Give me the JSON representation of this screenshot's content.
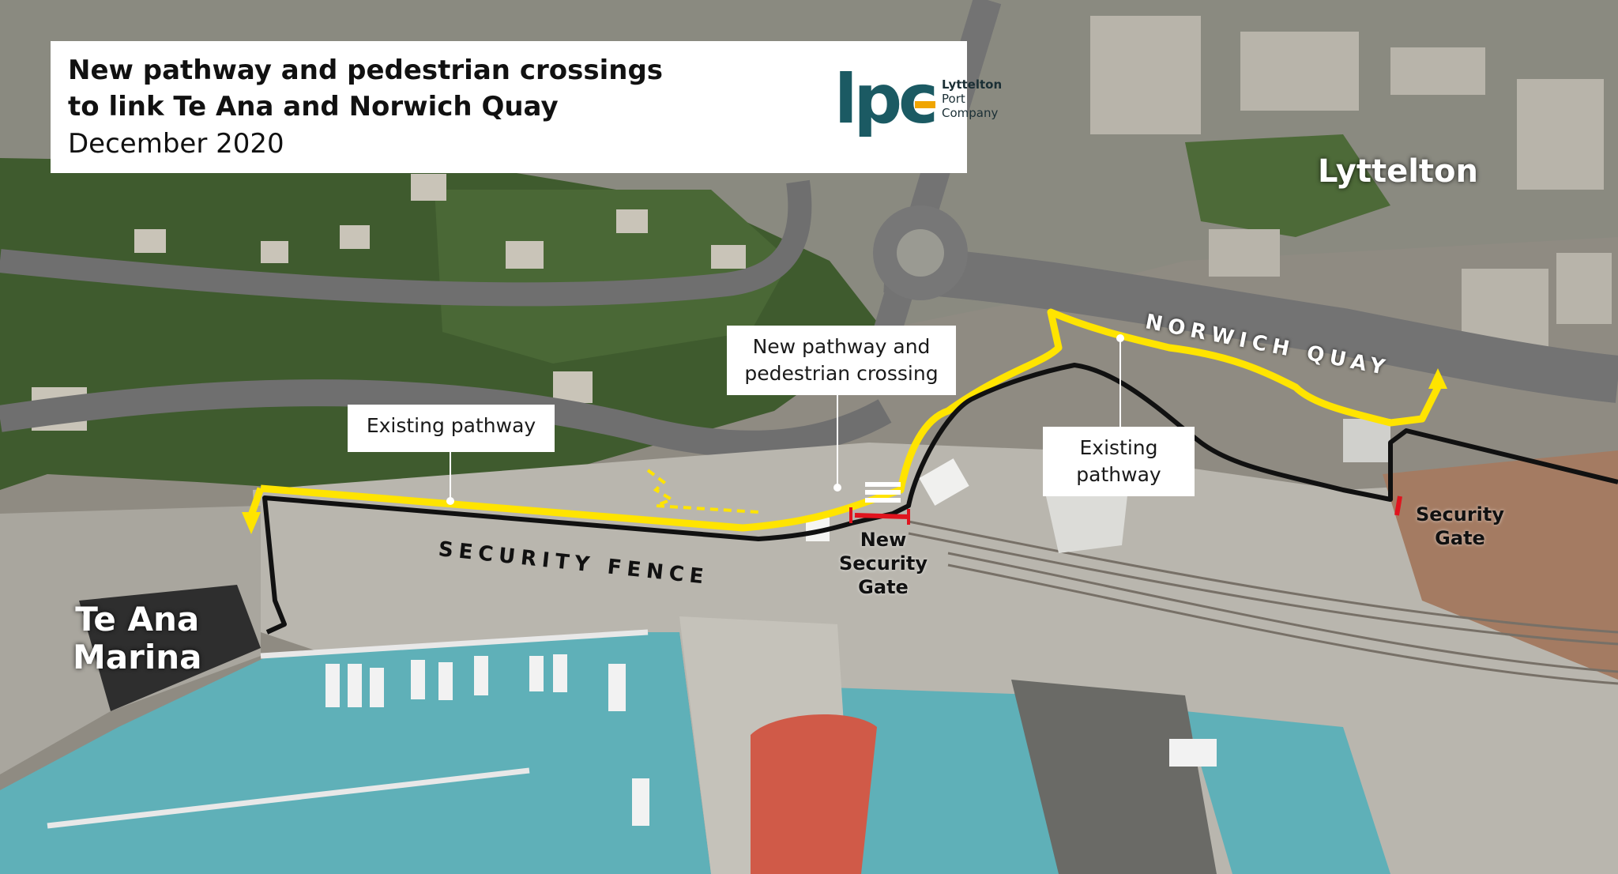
{
  "title": {
    "line1": "New pathway and pedestrian crossings",
    "line2": "to link Te Ana and Norwich Quay",
    "date": "December 2020"
  },
  "logo": {
    "mark": "lpc",
    "name_line1": "Lyttelton",
    "name_line2": "Port",
    "name_line3": "Company",
    "mark_color": "#1b5a63",
    "accent_color": "#f0a500"
  },
  "places": {
    "lyttelton": "Lyttelton",
    "te_ana_line1": "Te Ana",
    "te_ana_line2": "Marina"
  },
  "streets": {
    "norwich_quay": "NORWICH QUAY",
    "security_fence": "SECURITY FENCE"
  },
  "callouts": {
    "existing_pathway_left": "Existing pathway",
    "new_pathway_line1": "New pathway and",
    "new_pathway_line2": "pedestrian crossing",
    "existing_pathway_right_line1": "Existing",
    "existing_pathway_right_line2": "pathway"
  },
  "gates": {
    "new_gate_line1": "New",
    "new_gate_line2": "Security",
    "new_gate_line3": "Gate",
    "existing_gate_line1": "Security",
    "existing_gate_line2": "Gate"
  },
  "colors": {
    "pathway": "#ffe400",
    "fence": "#111111",
    "gate": "#e0141e",
    "water": "#5fb0b8",
    "port_surface": "#b9b6ae",
    "vegetation": "#3d5a2c",
    "road": "#6f6f6f"
  }
}
